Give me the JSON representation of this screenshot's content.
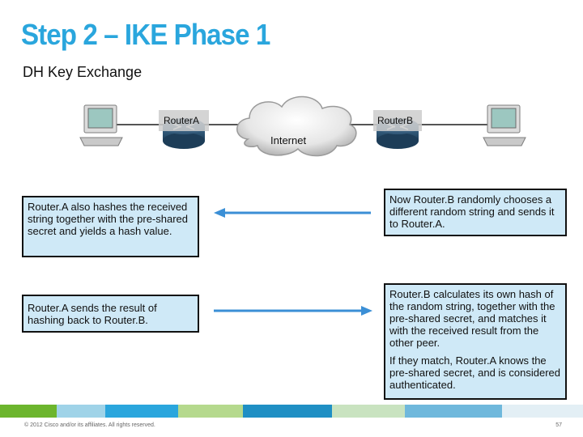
{
  "slide": {
    "title": "Step 2 – IKE Phase 1",
    "subtitle": "DH Key Exchange"
  },
  "diagram": {
    "router_a_label": "RouterA",
    "router_b_label": "RouterB",
    "cloud_label": "Internet"
  },
  "boxes": {
    "left_top": "Router.A also hashes the received string together with the pre-shared secret and yields a hash value.",
    "left_bottom": "Router.A sends the result of hashing back to Router.B.",
    "right_top": "Now Router.B randomly chooses a different random string and sends it to Router.A.",
    "right_bottom_1": "Router.B calculates its own hash of the random string, together with the pre-shared secret, and matches it with the received result from the other peer.",
    "right_bottom_2": "If they match, Router.A knows the pre-shared secret, and is considered authenticated."
  },
  "footer": {
    "copyright": "© 2012 Cisco and/or its affiliates. All rights reserved.",
    "page_number": "57"
  },
  "colors": {
    "title": "#2aa6dd",
    "box_fill": "#cfe9f7",
    "arrow": "#3b8fd6",
    "footer_segments": [
      "#6cb52d",
      "#9fd3e8",
      "#2aa6dd",
      "#b5d98d",
      "#1f8fc4",
      "#c9e3c0",
      "#6fb8dc",
      "#e3eff5"
    ]
  }
}
